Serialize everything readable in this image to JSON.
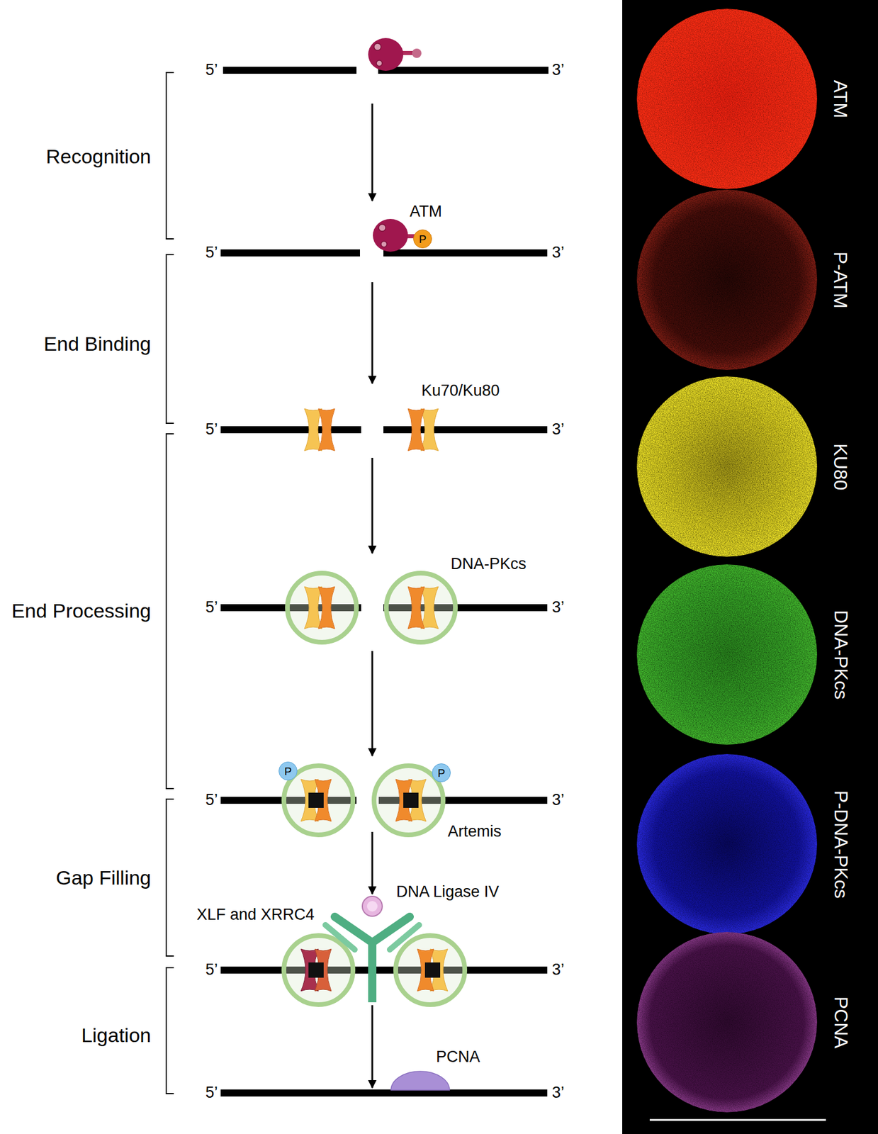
{
  "diagram": {
    "nodes": [
      {
        "text": [
          "P"
        ]
      },
      {
        "text": [
          "P"
        ]
      },
      {
        "text": [
          "P"
        ]
      }
    ],
    "labels": [
      "5’",
      "3’",
      "Recognition",
      "ATM",
      "5’",
      "3’",
      "End Binding",
      "Ku70/Ku80",
      "5’",
      "3’",
      "End Processing",
      "DNA-PKcs",
      "5’",
      "3’",
      "5’",
      "3’",
      "Artemis",
      "Gap Filling",
      "XLF and XRRC4",
      "DNA Ligase IV",
      "5’",
      "3’",
      "Ligation",
      "PCNA",
      "5’",
      "3’",
      "ATM",
      "P-ATM",
      "KU80",
      "DNA-PKcs",
      "P-DNA-PKcs",
      "PCNA"
    ]
  }
}
